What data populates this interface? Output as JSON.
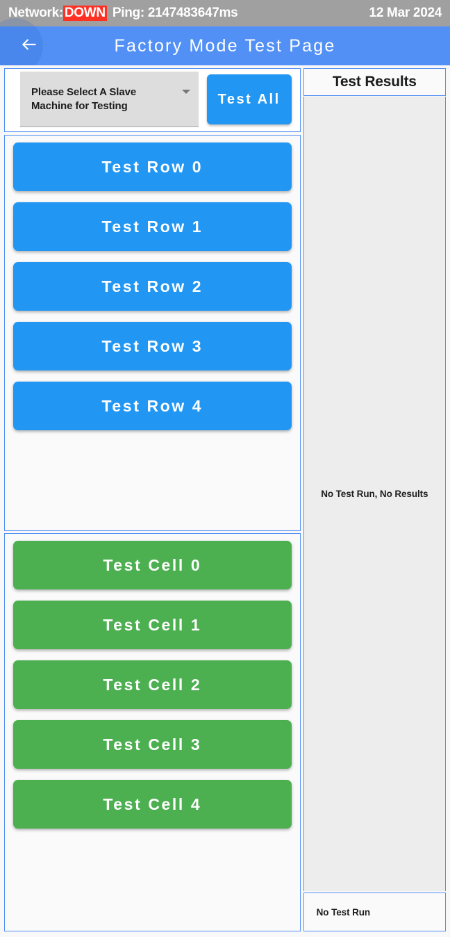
{
  "status_bar": {
    "network_label": "Network:",
    "network_state": "DOWN",
    "network_state_color": "#ff3124",
    "ping_label": "Ping: 2147483647ms",
    "date": "12 Mar 2024",
    "background_color": "#a0a0a0"
  },
  "app_bar": {
    "back_icon": "arrow-left-icon",
    "title": "Factory Mode Test Page",
    "background_color": "#5290f5"
  },
  "selector": {
    "dropdown_value": "Please Select A Slave Machine for Testing",
    "dropdown_caret_icon": "chevron-down-icon",
    "test_all_label": "Test All",
    "test_all_color": "#2196f3"
  },
  "row_tests": {
    "color": "#2196f3",
    "buttons": [
      {
        "label": "Test Row  0"
      },
      {
        "label": "Test Row  1"
      },
      {
        "label": "Test Row  2"
      },
      {
        "label": "Test Row  3"
      },
      {
        "label": "Test Row  4"
      }
    ]
  },
  "cell_tests": {
    "color": "#4caf50",
    "buttons": [
      {
        "label": "Test Cell  0"
      },
      {
        "label": "Test Cell  1"
      },
      {
        "label": "Test Cell  2"
      },
      {
        "label": "Test Cell  3"
      },
      {
        "label": "Test Cell  4"
      }
    ]
  },
  "results": {
    "header": "Test Results",
    "empty_message": "No Test Run, No Results",
    "footer_status": "No Test Run",
    "body_background": "#ededed"
  },
  "theme": {
    "panel_border": "#5290f5",
    "panel_background": "#fafafa",
    "page_background": "#f8f8f8"
  }
}
